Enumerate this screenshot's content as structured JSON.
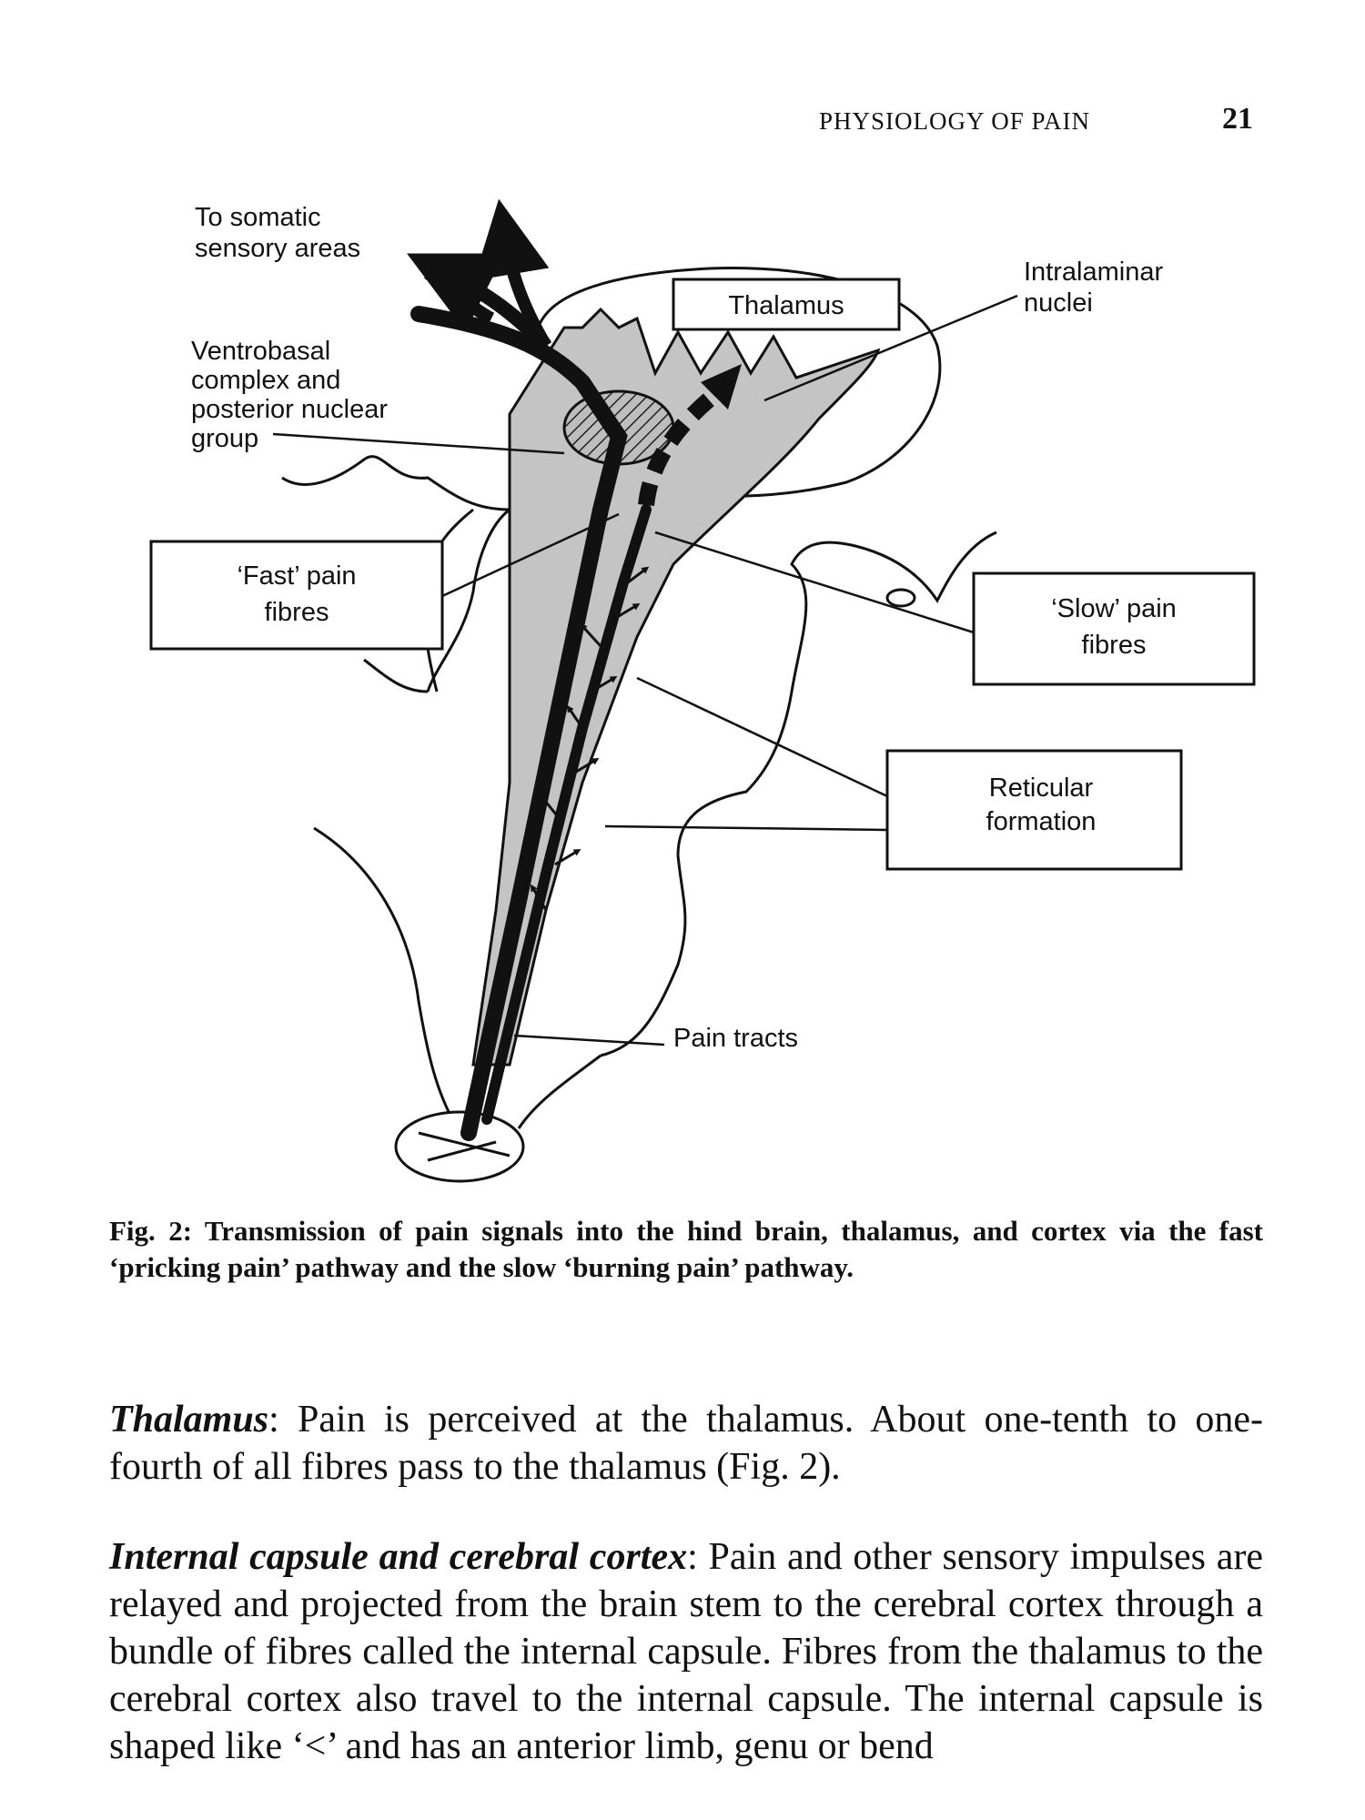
{
  "header": {
    "running_head": "PHYSIOLOGY OF PAIN",
    "page_number": "21"
  },
  "figure": {
    "labels": {
      "to_somatic_1": "To somatic",
      "to_somatic_2": "sensory areas",
      "ventrobasal_1": "Ventrobasal",
      "ventrobasal_2": "complex and",
      "ventrobasal_3": "posterior nuclear",
      "ventrobasal_4": "group",
      "thalamus": "Thalamus",
      "intralaminar_1": "Intralaminar",
      "intralaminar_2": "nuclei",
      "fast_1": "‘Fast’ pain",
      "fast_2": "fibres",
      "slow_1": "‘Slow’ pain",
      "slow_2": "fibres",
      "reticular_1": "Reticular",
      "reticular_2": "formation",
      "pain_tracts": "Pain tracts"
    },
    "caption": "Fig. 2: Transmission of pain signals into the hind brain, thalamus, and cortex via the fast ‘pricking pain’ pathway and the slow ‘burning pain’ pathway."
  },
  "body": {
    "p1_lead": "Thalamus",
    "p1_text": ": Pain is perceived at the thalamus. About one-tenth to one-fourth of all fibres pass to the thalamus (Fig. 2).",
    "p2_lead": "Internal capsule and cerebral cortex",
    "p2_text": ": Pain and other sensory impulses are relayed and projected from the brain stem to the cerebral cortex through a bundle of fibres called the internal capsule. Fibres from the thalamus to the cerebral cortex also travel to the internal capsule. The internal capsule is shaped like ‘<’ and has an anterior limb, genu or bend"
  }
}
